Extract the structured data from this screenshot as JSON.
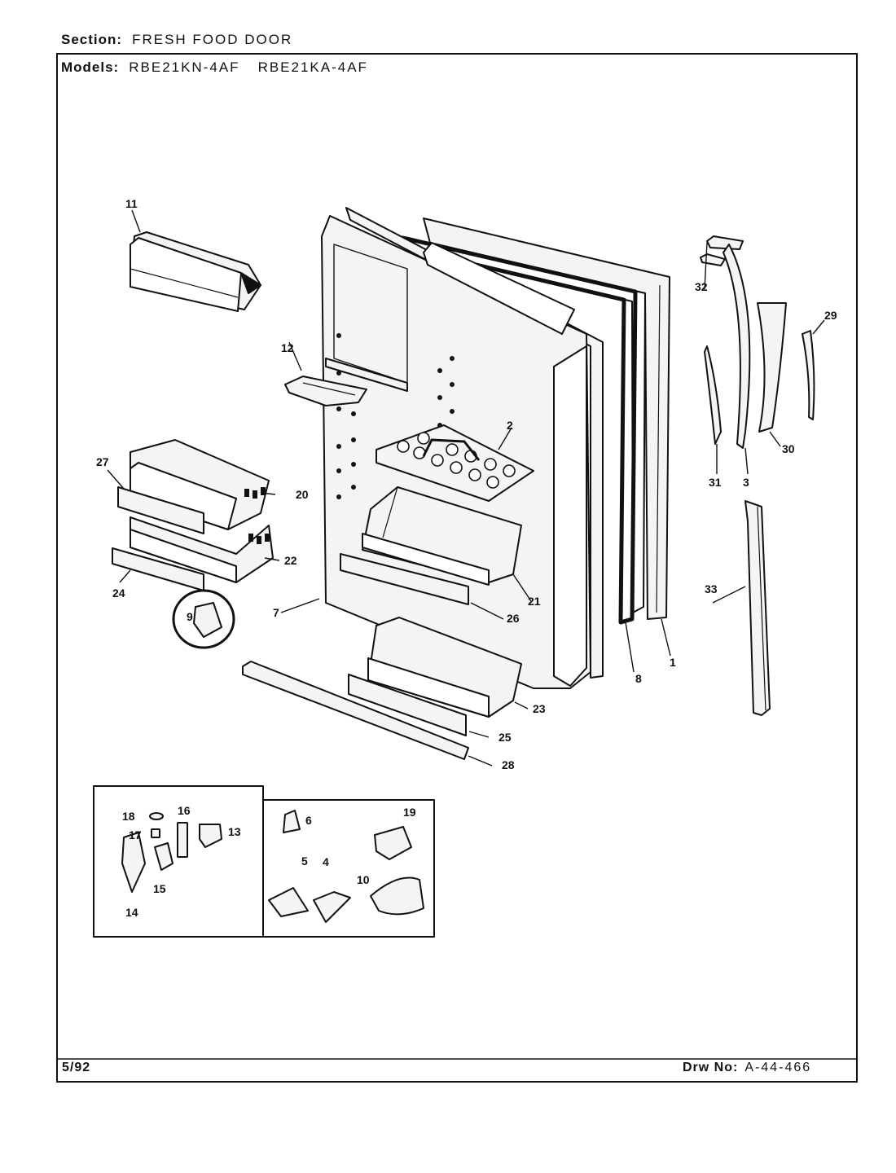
{
  "header": {
    "section_label": "Section:",
    "section_value": "FRESH FOOD DOOR",
    "models_label": "Models:",
    "model_1": "RBE21KN-4AF",
    "model_2": "RBE21KA-4AF"
  },
  "footer": {
    "date": "5/92",
    "drawing_label": "Drw No:",
    "drawing_number": "A-44-466"
  },
  "callouts": {
    "c1": "1",
    "c2": "2",
    "c3": "3",
    "c4": "4",
    "c5": "5",
    "c6": "6",
    "c7": "7",
    "c8": "8",
    "c9": "9",
    "c10": "10",
    "c11": "11",
    "c12": "12",
    "c13": "13",
    "c14": "14",
    "c15": "15",
    "c16": "16",
    "c17": "17",
    "c18": "18",
    "c19": "19",
    "c20": "20",
    "c21": "21",
    "c22": "22",
    "c23": "23",
    "c24": "24",
    "c25": "25",
    "c26": "26",
    "c27": "27",
    "c28": "28",
    "c29": "29",
    "c30": "30",
    "c31": "31",
    "c32": "32",
    "c33": "33"
  },
  "colors": {
    "ink": "#111111",
    "paper": "#ffffff",
    "fill": "#f4f4f4"
  }
}
